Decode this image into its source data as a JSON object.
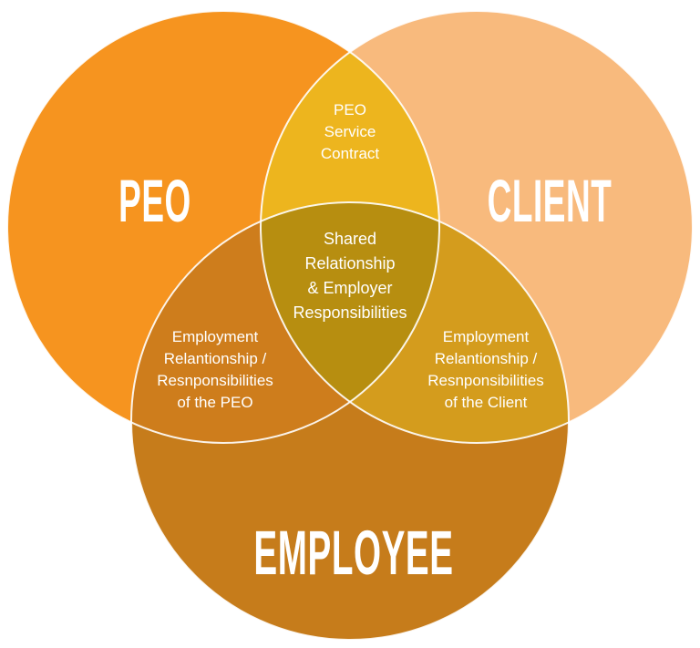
{
  "diagram_title": "PEO co-employment venn diagram",
  "style": {
    "background": "#FFFFFF",
    "circle_stroke": "#FFFFFF",
    "text_color": "#FFFFFF"
  },
  "regions": {
    "peo": {
      "label": "PEO",
      "color": "#F6941F"
    },
    "client": {
      "label": "CLIENT",
      "color": "#F8BA7D"
    },
    "employee": {
      "label": "EMPLOYEE",
      "color": "#C67C1B"
    },
    "peo_client": {
      "label": "PEO\nService\nContract",
      "color": "#EDB51E"
    },
    "peo_employee": {
      "label": "Employment\nRelantionship /\nResnponsibilities\nof the PEO",
      "color": "#CE7D1C"
    },
    "client_employee": {
      "label": "Employment\nRelantionship /\nResnponsibilities\nof the Client",
      "color": "#D49C1D"
    },
    "shared": {
      "label": "Shared\nRelationship\n& Employer\nResponsibilities",
      "color": "#B78E10"
    }
  }
}
